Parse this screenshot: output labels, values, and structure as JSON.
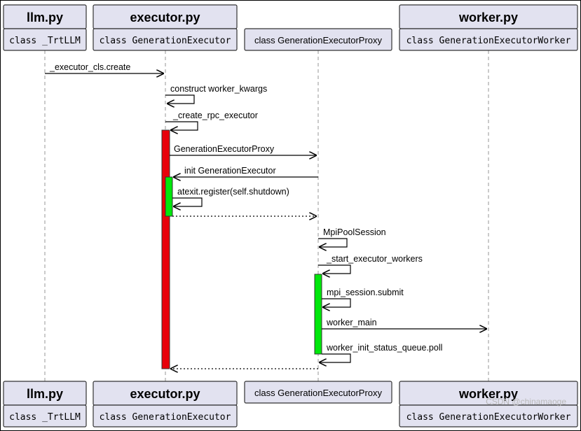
{
  "participants": [
    {
      "id": "llm",
      "title": "llm.py",
      "subtitle": "class _TrtLLM",
      "subtitle_style": "mono"
    },
    {
      "id": "executor",
      "title": "executor.py",
      "subtitle": "class GenerationExecutor",
      "subtitle_style": "mono"
    },
    {
      "id": "proxy",
      "title": "",
      "subtitle": "class GenerationExecutorProxy",
      "subtitle_style": "sans"
    },
    {
      "id": "worker",
      "title": "worker.py",
      "subtitle": "class GenerationExecutorWorker",
      "subtitle_style": "mono"
    }
  ],
  "messages": [
    {
      "from": "llm",
      "to": "executor",
      "label": "_executor_cls.create",
      "kind": "solid"
    },
    {
      "from": "executor",
      "to": "executor",
      "label": "construct worker_kwargs",
      "kind": "self"
    },
    {
      "from": "executor",
      "to": "executor",
      "label": "_create_rpc_executor",
      "kind": "self"
    },
    {
      "from": "executor",
      "to": "proxy",
      "label": "GenerationExecutorProxy",
      "kind": "solid"
    },
    {
      "from": "proxy",
      "to": "executor",
      "label": "init GenerationExecutor",
      "kind": "solid"
    },
    {
      "from": "executor",
      "to": "executor",
      "label": "atexit.register(self.shutdown)",
      "kind": "self"
    },
    {
      "from": "executor",
      "to": "proxy",
      "label": "",
      "kind": "dotted"
    },
    {
      "from": "proxy",
      "to": "proxy",
      "label": "MpiPoolSession",
      "kind": "self"
    },
    {
      "from": "proxy",
      "to": "proxy",
      "label": "_start_executor_workers",
      "kind": "self"
    },
    {
      "from": "proxy",
      "to": "proxy",
      "label": "mpi_session.submit",
      "kind": "self"
    },
    {
      "from": "proxy",
      "to": "worker",
      "label": "worker_main",
      "kind": "solid"
    },
    {
      "from": "proxy",
      "to": "proxy",
      "label": "worker_init_status_queue.poll",
      "kind": "self"
    },
    {
      "from": "proxy",
      "to": "executor",
      "label": "",
      "kind": "dotted"
    }
  ],
  "activations": [
    {
      "on": "executor",
      "color": "#e8000b"
    },
    {
      "on": "executor",
      "color": "#00e80b"
    },
    {
      "on": "proxy",
      "color": "#00e80b"
    }
  ],
  "colors": {
    "box_fill": "#e2e2f0",
    "box_stroke": "#333333",
    "lifeline": "#a8a8a8",
    "arrow": "#000000"
  },
  "watermark": "CSDN @chinamaoge"
}
